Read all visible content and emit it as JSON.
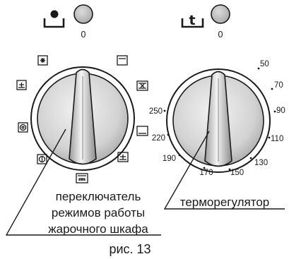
{
  "figure_caption": "рис. 13",
  "mode_switch": {
    "indicator_zero": "0",
    "caption_lines": [
      "переключатель",
      "режимов работы",
      "жарочного шкафа"
    ],
    "icons": [
      "fan-icon",
      "top-element-icon",
      "top-bottom-fan-icon",
      "bottom-element-icon",
      "lower-heat-icon",
      "grill-fan-icon",
      "ring-fan-icon",
      "bottom-heat-icon",
      "grill-icon",
      "fan-grill-icon"
    ]
  },
  "thermostat": {
    "indicator_zero": "0",
    "caption": "терморегулятор",
    "scale": [
      "50",
      "70",
      "90",
      "110",
      "130",
      "150",
      "170",
      "190",
      "220",
      "250"
    ]
  },
  "colors": {
    "line": "#1a1a1a",
    "knob_gray": "#c8c8c8",
    "lamp_gray": "#b9b9b9"
  }
}
